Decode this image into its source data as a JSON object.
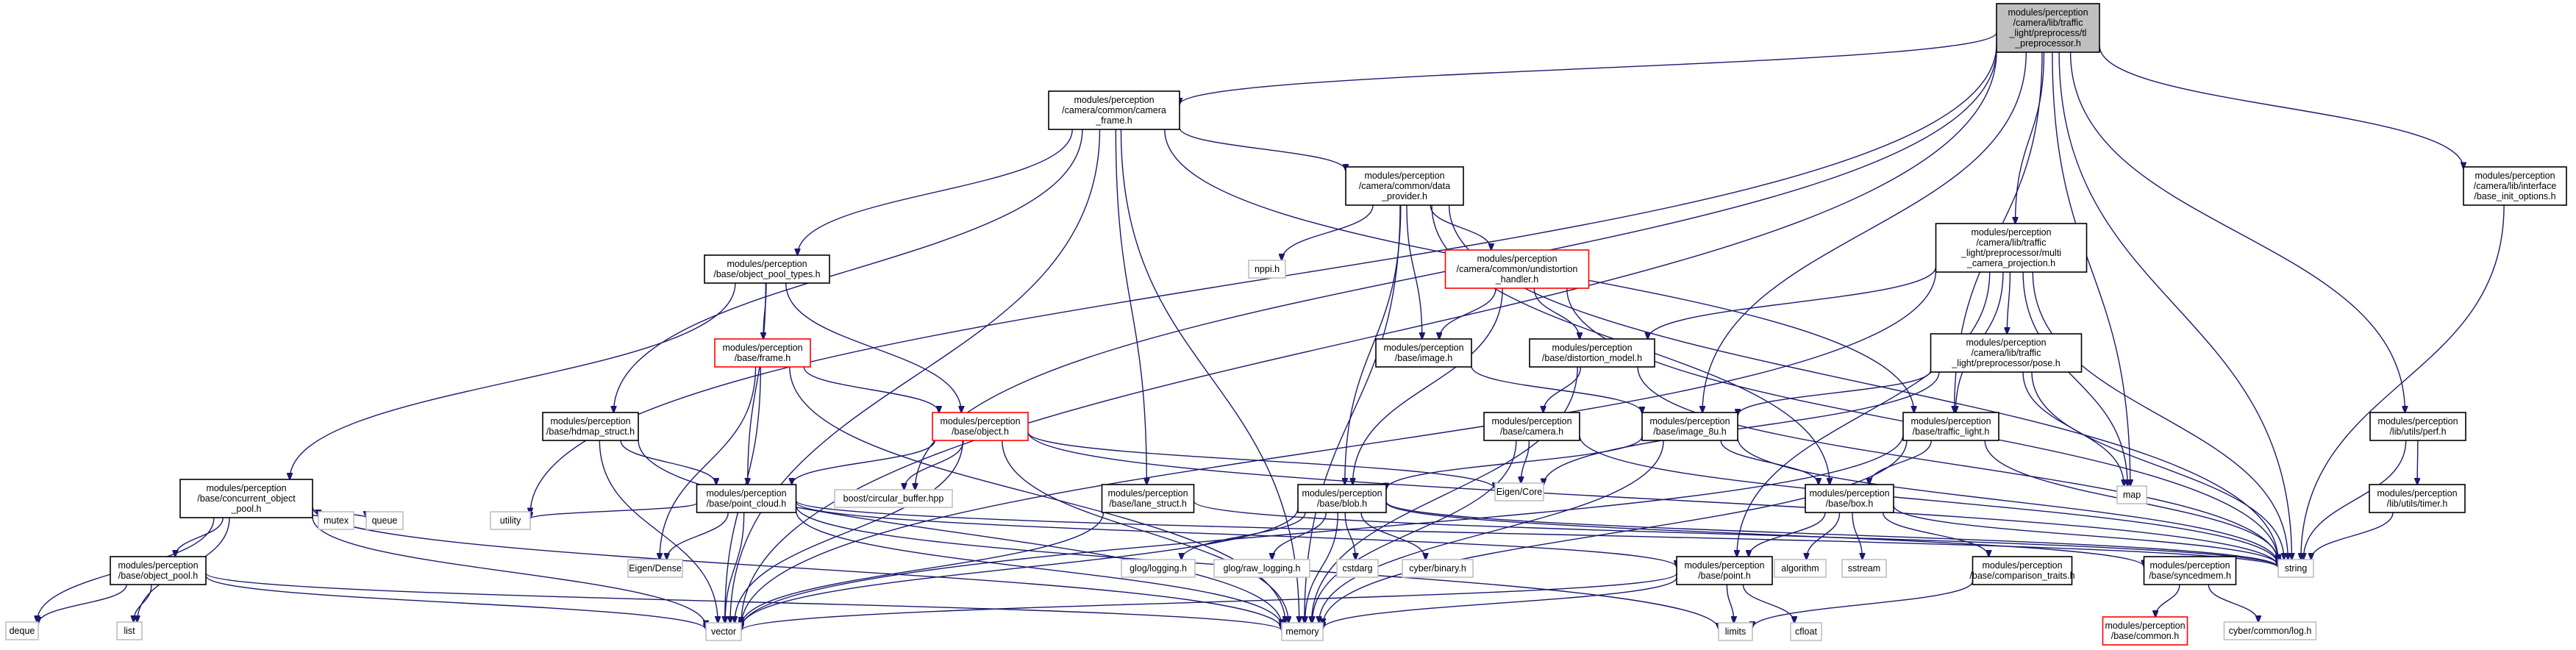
{
  "diagram": {
    "type": "include-dependency-graph",
    "colors": {
      "edge": "#191970",
      "root_fill": "#bfbfbf",
      "highlight_border": "#ff0000",
      "leaf_border": "#bfbfbf"
    },
    "nodes": [
      {
        "id": "root",
        "lines": [
          "modules/perception",
          "/camera/lib/traffic",
          "_light/preprocess/tl",
          "_preprocessor.h"
        ],
        "style": "root"
      },
      {
        "id": "camera_frame",
        "lines": [
          "modules/perception",
          "/camera/common/camera",
          "_frame.h"
        ],
        "style": "normal"
      },
      {
        "id": "data_provider",
        "lines": [
          "modules/perception",
          "/camera/common/data",
          "_provider.h"
        ],
        "style": "normal"
      },
      {
        "id": "object_pool_types",
        "lines": [
          "modules/perception",
          "/base/object_pool_types.h"
        ],
        "style": "normal"
      },
      {
        "id": "undistortion",
        "lines": [
          "modules/perception",
          "/camera/common/undistortion",
          "_handler.h"
        ],
        "style": "red"
      },
      {
        "id": "multi_cam",
        "lines": [
          "modules/perception",
          "/camera/lib/traffic",
          "_light/preprocessor/multi",
          "_camera_projection.h"
        ],
        "style": "normal"
      },
      {
        "id": "base_init",
        "lines": [
          "modules/perception",
          "/camera/lib/interface",
          "/base_init_options.h"
        ],
        "style": "normal"
      },
      {
        "id": "frame",
        "lines": [
          "modules/perception",
          "/base/frame.h"
        ],
        "style": "red"
      },
      {
        "id": "image",
        "lines": [
          "modules/perception",
          "/base/image.h"
        ],
        "style": "normal"
      },
      {
        "id": "distortion",
        "lines": [
          "modules/perception",
          "/base/distortion_model.h"
        ],
        "style": "normal"
      },
      {
        "id": "pose",
        "lines": [
          "modules/perception",
          "/camera/lib/traffic",
          "_light/preprocessor/pose.h"
        ],
        "style": "normal"
      },
      {
        "id": "nppi",
        "lines": [
          "nppi.h"
        ],
        "style": "leaf"
      },
      {
        "id": "hdmap",
        "lines": [
          "modules/perception",
          "/base/hdmap_struct.h"
        ],
        "style": "normal"
      },
      {
        "id": "object",
        "lines": [
          "modules/perception",
          "/base/object.h"
        ],
        "style": "red"
      },
      {
        "id": "camera",
        "lines": [
          "modules/perception",
          "/base/camera.h"
        ],
        "style": "normal"
      },
      {
        "id": "image_8u",
        "lines": [
          "modules/perception",
          "/base/image_8u.h"
        ],
        "style": "normal"
      },
      {
        "id": "traffic_light",
        "lines": [
          "modules/perception",
          "/base/traffic_light.h"
        ],
        "style": "normal"
      },
      {
        "id": "perf",
        "lines": [
          "modules/perception",
          "/lib/utils/perf.h"
        ],
        "style": "normal"
      },
      {
        "id": "concurrent",
        "lines": [
          "modules/perception",
          "/base/concurrent_object",
          "_pool.h"
        ],
        "style": "normal"
      },
      {
        "id": "point_cloud",
        "lines": [
          "modules/perception",
          "/base/point_cloud.h"
        ],
        "style": "normal"
      },
      {
        "id": "boost_cb",
        "lines": [
          "boost/circular_buffer.hpp"
        ],
        "style": "leaf"
      },
      {
        "id": "lane",
        "lines": [
          "modules/perception",
          "/base/lane_struct.h"
        ],
        "style": "normal"
      },
      {
        "id": "blob",
        "lines": [
          "modules/perception",
          "/base/blob.h"
        ],
        "style": "normal"
      },
      {
        "id": "eigen_core",
        "lines": [
          "Eigen/Core"
        ],
        "style": "leaf"
      },
      {
        "id": "box",
        "lines": [
          "modules/perception",
          "/base/box.h"
        ],
        "style": "normal"
      },
      {
        "id": "map",
        "lines": [
          "map"
        ],
        "style": "leaf"
      },
      {
        "id": "timer",
        "lines": [
          "modules/perception",
          "/lib/utils/timer.h"
        ],
        "style": "normal"
      },
      {
        "id": "object_pool",
        "lines": [
          "modules/perception",
          "/base/object_pool.h"
        ],
        "style": "normal"
      },
      {
        "id": "mutex",
        "lines": [
          "mutex"
        ],
        "style": "leaf"
      },
      {
        "id": "queue",
        "lines": [
          "queue"
        ],
        "style": "leaf"
      },
      {
        "id": "utility",
        "lines": [
          "utility"
        ],
        "style": "leaf"
      },
      {
        "id": "eigen_dense",
        "lines": [
          "Eigen/Dense"
        ],
        "style": "leaf"
      },
      {
        "id": "glog",
        "lines": [
          "glog/logging.h"
        ],
        "style": "leaf"
      },
      {
        "id": "glog_raw",
        "lines": [
          "glog/raw_logging.h"
        ],
        "style": "leaf"
      },
      {
        "id": "cstdarg",
        "lines": [
          "cstdarg"
        ],
        "style": "leaf"
      },
      {
        "id": "cyber_binary",
        "lines": [
          "cyber/binary.h"
        ],
        "style": "leaf"
      },
      {
        "id": "point",
        "lines": [
          "modules/perception",
          "/base/point.h"
        ],
        "style": "normal"
      },
      {
        "id": "algorithm",
        "lines": [
          "algorithm"
        ],
        "style": "leaf"
      },
      {
        "id": "sstream",
        "lines": [
          "sstream"
        ],
        "style": "leaf"
      },
      {
        "id": "comparison",
        "lines": [
          "modules/perception",
          "/base/comparison_traits.h"
        ],
        "style": "normal"
      },
      {
        "id": "syncedmem",
        "lines": [
          "modules/perception",
          "/base/syncedmem.h"
        ],
        "style": "normal"
      },
      {
        "id": "string",
        "lines": [
          "string"
        ],
        "style": "leaf"
      },
      {
        "id": "deque",
        "lines": [
          "deque"
        ],
        "style": "leaf"
      },
      {
        "id": "list",
        "lines": [
          "list"
        ],
        "style": "leaf"
      },
      {
        "id": "vector",
        "lines": [
          "vector"
        ],
        "style": "leaf"
      },
      {
        "id": "memory",
        "lines": [
          "memory"
        ],
        "style": "leaf"
      },
      {
        "id": "limits",
        "lines": [
          "limits"
        ],
        "style": "leaf"
      },
      {
        "id": "cfloat",
        "lines": [
          "cfloat"
        ],
        "style": "leaf"
      },
      {
        "id": "common",
        "lines": [
          "modules/perception",
          "/base/common.h"
        ],
        "style": "red"
      },
      {
        "id": "cyber_log",
        "lines": [
          "cyber/common/log.h"
        ],
        "style": "leaf"
      }
    ],
    "edges": [
      [
        "root",
        "camera_frame"
      ],
      [
        "root",
        "utility"
      ],
      [
        "root",
        "boost_cb"
      ],
      [
        "root",
        "vector"
      ],
      [
        "root",
        "multi_cam"
      ],
      [
        "root",
        "image_8u"
      ],
      [
        "root",
        "traffic_light"
      ],
      [
        "root",
        "map"
      ],
      [
        "root",
        "perf"
      ],
      [
        "root",
        "string"
      ],
      [
        "root",
        "base_init"
      ],
      [
        "camera_frame",
        "data_provider"
      ],
      [
        "camera_frame",
        "object_pool_types"
      ],
      [
        "camera_frame",
        "hdmap"
      ],
      [
        "camera_frame",
        "lane"
      ],
      [
        "camera_frame",
        "memory"
      ],
      [
        "camera_frame",
        "vector"
      ],
      [
        "camera_frame",
        "traffic_light"
      ],
      [
        "data_provider",
        "nppi"
      ],
      [
        "data_provider",
        "undistortion"
      ],
      [
        "data_provider",
        "image"
      ],
      [
        "data_provider",
        "blob"
      ],
      [
        "data_provider",
        "box"
      ],
      [
        "data_provider",
        "memory"
      ],
      [
        "data_provider",
        "string"
      ],
      [
        "object_pool_types",
        "concurrent"
      ],
      [
        "object_pool_types",
        "frame"
      ],
      [
        "object_pool_types",
        "object"
      ],
      [
        "object_pool_types",
        "point_cloud"
      ],
      [
        "undistortion",
        "image"
      ],
      [
        "undistortion",
        "distortion"
      ],
      [
        "undistortion",
        "blob"
      ],
      [
        "undistortion",
        "string"
      ],
      [
        "multi_cam",
        "pose"
      ],
      [
        "multi_cam",
        "distortion"
      ],
      [
        "multi_cam",
        "traffic_light"
      ],
      [
        "multi_cam",
        "map"
      ],
      [
        "multi_cam",
        "string"
      ],
      [
        "multi_cam",
        "vector"
      ],
      [
        "multi_cam",
        "point"
      ],
      [
        "base_init",
        "string"
      ],
      [
        "frame",
        "object"
      ],
      [
        "frame",
        "eigen_dense"
      ],
      [
        "frame",
        "vector"
      ],
      [
        "frame",
        "memory"
      ],
      [
        "image",
        "image_8u"
      ],
      [
        "distortion",
        "camera"
      ],
      [
        "distortion",
        "memory"
      ],
      [
        "distortion",
        "string"
      ],
      [
        "pose",
        "image_8u"
      ],
      [
        "pose",
        "map"
      ],
      [
        "pose",
        "string"
      ],
      [
        "pose",
        "eigen_core"
      ],
      [
        "hdmap",
        "point_cloud"
      ],
      [
        "hdmap",
        "vector"
      ],
      [
        "hdmap",
        "memory"
      ],
      [
        "object",
        "point_cloud"
      ],
      [
        "object",
        "boost_cb"
      ],
      [
        "object",
        "eigen_core"
      ],
      [
        "object",
        "vector"
      ],
      [
        "object",
        "memory"
      ],
      [
        "object",
        "string"
      ],
      [
        "camera",
        "eigen_core"
      ],
      [
        "camera",
        "memory"
      ],
      [
        "camera",
        "string"
      ],
      [
        "image_8u",
        "blob"
      ],
      [
        "image_8u",
        "box"
      ],
      [
        "image_8u",
        "memory"
      ],
      [
        "image_8u",
        "string"
      ],
      [
        "traffic_light",
        "box"
      ],
      [
        "traffic_light",
        "vector"
      ],
      [
        "traffic_light",
        "string"
      ],
      [
        "traffic_light",
        "memory"
      ],
      [
        "perf",
        "timer"
      ],
      [
        "perf",
        "string"
      ],
      [
        "timer",
        "string"
      ],
      [
        "concurrent",
        "object_pool"
      ],
      [
        "concurrent",
        "deque"
      ],
      [
        "concurrent",
        "list"
      ],
      [
        "concurrent",
        "mutex"
      ],
      [
        "concurrent",
        "queue"
      ],
      [
        "concurrent",
        "vector"
      ],
      [
        "concurrent",
        "memory"
      ],
      [
        "object_pool",
        "deque"
      ],
      [
        "object_pool",
        "list"
      ],
      [
        "object_pool",
        "vector"
      ],
      [
        "object_pool",
        "memory"
      ],
      [
        "point_cloud",
        "utility"
      ],
      [
        "point_cloud",
        "eigen_dense"
      ],
      [
        "point_cloud",
        "vector"
      ],
      [
        "point_cloud",
        "memory"
      ],
      [
        "point_cloud",
        "point"
      ],
      [
        "point_cloud",
        "string"
      ],
      [
        "point_cloud",
        "limits"
      ],
      [
        "lane",
        "vector"
      ],
      [
        "lane",
        "string"
      ],
      [
        "blob",
        "glog"
      ],
      [
        "blob",
        "glog_raw"
      ],
      [
        "blob",
        "cstdarg"
      ],
      [
        "blob",
        "cyber_binary"
      ],
      [
        "blob",
        "syncedmem"
      ],
      [
        "blob",
        "vector"
      ],
      [
        "blob",
        "memory"
      ],
      [
        "blob",
        "string"
      ],
      [
        "box",
        "algorithm"
      ],
      [
        "box",
        "sstream"
      ],
      [
        "box",
        "point"
      ],
      [
        "box",
        "comparison"
      ],
      [
        "box",
        "string"
      ],
      [
        "point",
        "vector"
      ],
      [
        "point",
        "memory"
      ],
      [
        "point",
        "limits"
      ],
      [
        "point",
        "cfloat"
      ],
      [
        "comparison",
        "limits"
      ],
      [
        "syncedmem",
        "common"
      ],
      [
        "syncedmem",
        "cyber_log"
      ]
    ]
  }
}
